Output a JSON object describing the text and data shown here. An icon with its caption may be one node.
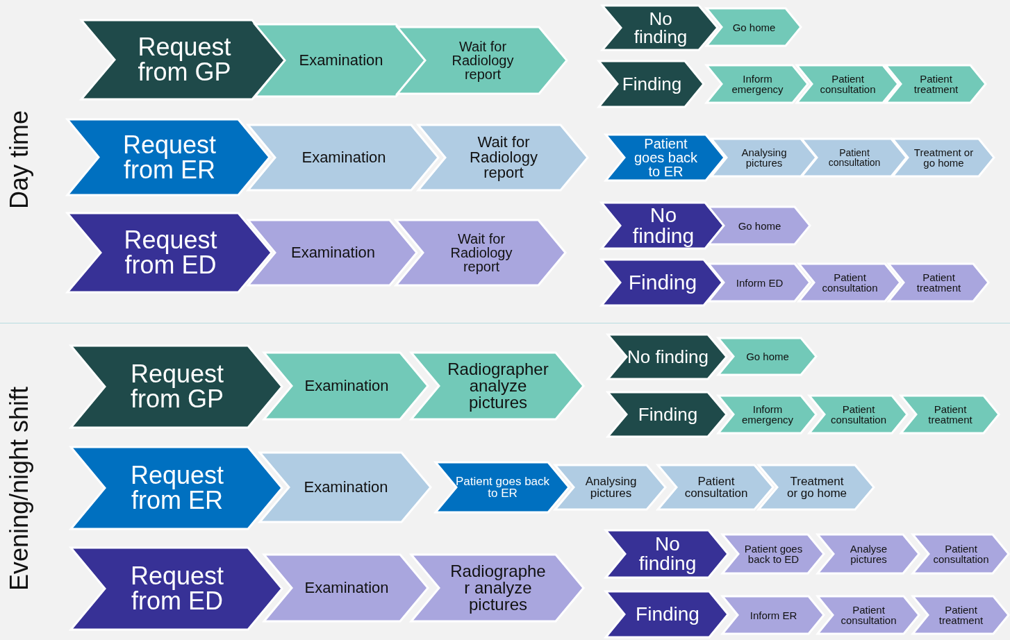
{
  "diagram": {
    "nodes": [
      {
        "text": [
          "Day time"
        ]
      },
      {
        "text": [
          "Request from GP"
        ],
        "in": 0
      },
      {
        "text": [
          "Examination"
        ],
        "in": 0
      },
      {
        "text": [
          "Wait for Radiology report"
        ],
        "in": 0
      },
      {
        "text": [
          "No finding"
        ],
        "in": 0
      },
      {
        "text": [
          "Go home"
        ],
        "in": 0
      },
      {
        "text": [
          "Finding"
        ],
        "in": 0
      },
      {
        "text": [
          "Inform emergency"
        ],
        "in": 0
      },
      {
        "text": [
          "Patient consultation"
        ],
        "in": 0
      },
      {
        "text": [
          "Patient treatment"
        ],
        "in": 0
      },
      {
        "text": [
          "Request from ER"
        ],
        "in": 0
      },
      {
        "text": [
          "Examination"
        ],
        "in": 0
      },
      {
        "text": [
          "Wait for Radiology report"
        ],
        "in": 0
      },
      {
        "text": [
          "Patient goes back to ER"
        ],
        "in": 0
      },
      {
        "text": [
          "Analysing pictures"
        ],
        "in": 0
      },
      {
        "text": [
          "Patient consultation"
        ],
        "in": 0
      },
      {
        "text": [
          "Treatment or go home"
        ],
        "in": 0
      },
      {
        "text": [
          "Request from ED"
        ],
        "in": 0
      },
      {
        "text": [
          "Examination"
        ],
        "in": 0
      },
      {
        "text": [
          "Wait for Radiology report"
        ],
        "in": 0
      },
      {
        "text": [
          "No finding"
        ],
        "in": 0
      },
      {
        "text": [
          "Go home"
        ],
        "in": 0
      },
      {
        "text": [
          "Finding"
        ],
        "in": 0
      },
      {
        "text": [
          "Inform ED"
        ],
        "in": 0
      },
      {
        "text": [
          "Patient consultation"
        ],
        "in": 0
      },
      {
        "text": [
          "Patient treatment"
        ],
        "in": 0
      },
      {
        "text": [
          "Evening/night shift"
        ]
      },
      {
        "text": [
          "Request from GP"
        ],
        "in": 26
      },
      {
        "text": [
          "Examination"
        ],
        "in": 26
      },
      {
        "text": [
          "Radiographer analyze pictures"
        ],
        "in": 26
      },
      {
        "text": [
          "No finding"
        ],
        "in": 26
      },
      {
        "text": [
          "Go home"
        ],
        "in": 26
      },
      {
        "text": [
          "Finding"
        ],
        "in": 26
      },
      {
        "text": [
          "Inform emergency"
        ],
        "in": 26
      },
      {
        "text": [
          "Patient consultation"
        ],
        "in": 26
      },
      {
        "text": [
          "Patient treatment"
        ],
        "in": 26
      },
      {
        "text": [
          "Request from ER"
        ],
        "in": 26
      },
      {
        "text": [
          "Examination"
        ],
        "in": 26
      },
      {
        "text": [
          "Patient goes back to ER"
        ],
        "in": 26
      },
      {
        "text": [
          "Analysing pictures"
        ],
        "in": 26
      },
      {
        "text": [
          "Patient consultation"
        ],
        "in": 26
      },
      {
        "text": [
          "Treatment or go home"
        ],
        "in": 26
      },
      {
        "text": [
          "Request from ED"
        ],
        "in": 26
      },
      {
        "text": [
          "Examination"
        ],
        "in": 26
      },
      {
        "text": [
          "Radiographe r analyze pictures"
        ],
        "in": 26
      },
      {
        "text": [
          "No finding"
        ],
        "in": 26
      },
      {
        "text": [
          "Patient goes back to ED"
        ],
        "in": 26
      },
      {
        "text": [
          "Analyse pictures"
        ],
        "in": 26
      },
      {
        "text": [
          "Patient consultation"
        ],
        "in": 26
      },
      {
        "text": [
          "Finding"
        ],
        "in": 26
      },
      {
        "text": [
          "Inform ER"
        ],
        "in": 26
      },
      {
        "text": [
          "Patient consultation"
        ],
        "in": 26
      },
      {
        "text": [
          "Patient treatment"
        ],
        "in": 26
      }
    ]
  }
}
